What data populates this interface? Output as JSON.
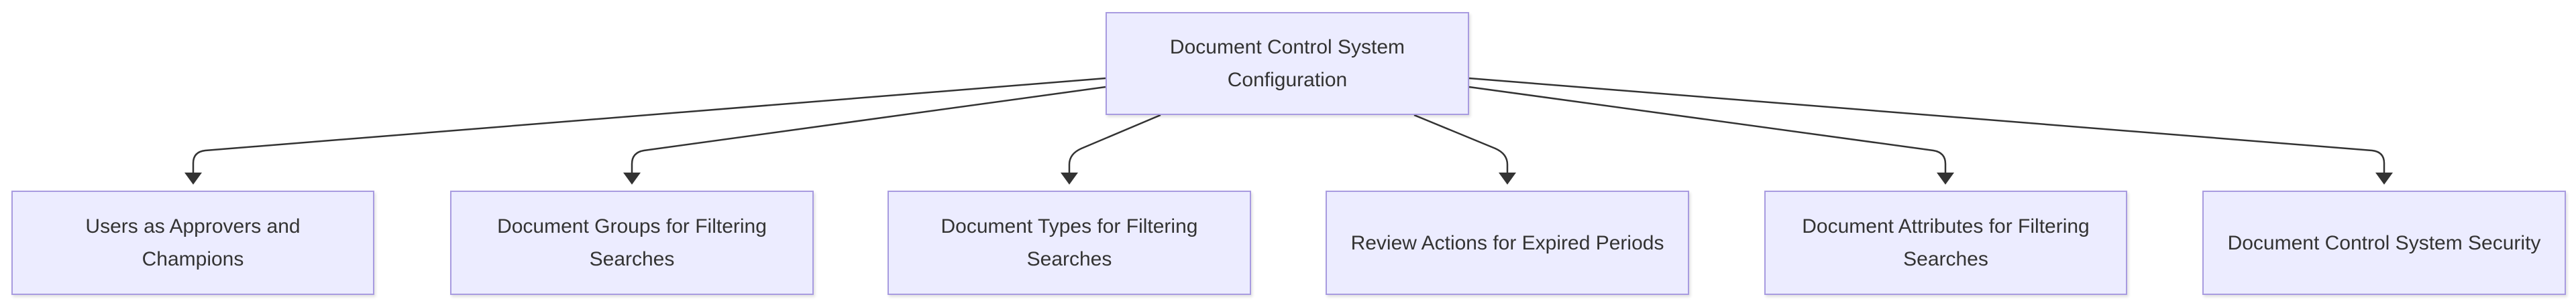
{
  "diagram": {
    "type": "tree",
    "root": {
      "label": "Document Control System Configuration"
    },
    "children": [
      {
        "label": "Users as Approvers and Champions"
      },
      {
        "label": "Document Groups for Filtering Searches"
      },
      {
        "label": "Document Types for Filtering Searches"
      },
      {
        "label": "Review Actions for Expired Periods"
      },
      {
        "label": "Document Attributes for Filtering Searches"
      },
      {
        "label": "Document Control System Security"
      }
    ],
    "edges": [
      {
        "from": "root",
        "to": 0
      },
      {
        "from": "root",
        "to": 1
      },
      {
        "from": "root",
        "to": 2
      },
      {
        "from": "root",
        "to": 3
      },
      {
        "from": "root",
        "to": 4
      },
      {
        "from": "root",
        "to": 5
      }
    ],
    "colors": {
      "node_fill": "#ececff",
      "node_border": "#a89be0",
      "edge": "#333333",
      "text": "#333333"
    }
  }
}
